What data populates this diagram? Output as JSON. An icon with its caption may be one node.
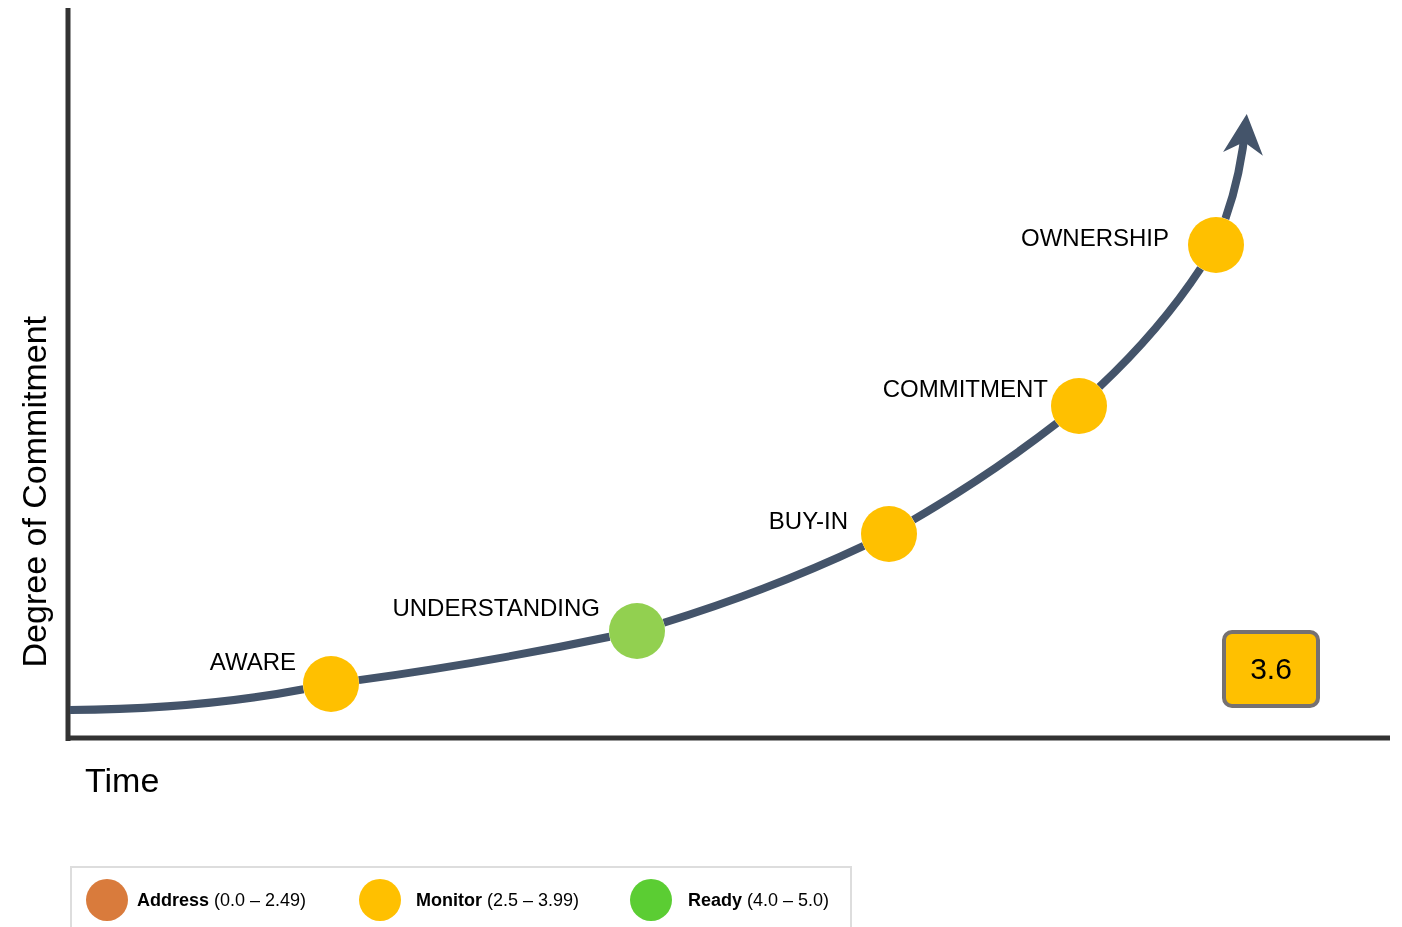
{
  "diagram": {
    "nodes": [
      {
        "text": [],
        "shape": "circle",
        "beside": [
          "AWARE"
        ]
      },
      {
        "text": [],
        "shape": "circle",
        "beside": [
          "UNDERSTANDING"
        ]
      },
      {
        "text": [],
        "shape": "circle",
        "beside": [
          "BUY-IN"
        ]
      },
      {
        "text": [],
        "shape": "circle",
        "beside": [
          "COMMITMENT"
        ]
      },
      {
        "text": [],
        "shape": "circle",
        "beside": [
          "OWNERSHIP"
        ]
      },
      {
        "text": [
          "3.6"
        ]
      }
    ],
    "edges": [
      {
        "from": null,
        "to": 0,
        "arrow": "none"
      },
      {
        "from": 0,
        "to": 1,
        "arrow": "none"
      },
      {
        "from": 1,
        "to": 2,
        "arrow": "none"
      },
      {
        "from": 2,
        "to": 3,
        "arrow": "none"
      },
      {
        "from": 3,
        "to": 4,
        "arrow": "none"
      },
      {
        "from": 4,
        "to": null,
        "arrow": "to"
      }
    ],
    "labels": [
      "Degree of Commitment",
      "Time"
    ],
    "legend": [
      {
        "text": "**Address** (0.0 – 2.49)",
        "color": "#d97b3c"
      },
      {
        "text": "**Monitor** (2.5 – 3.99)",
        "color": "#ffc000"
      },
      {
        "text": "**Ready** (4.0 – 5.0)",
        "color": "#5bcd33"
      }
    ]
  }
}
